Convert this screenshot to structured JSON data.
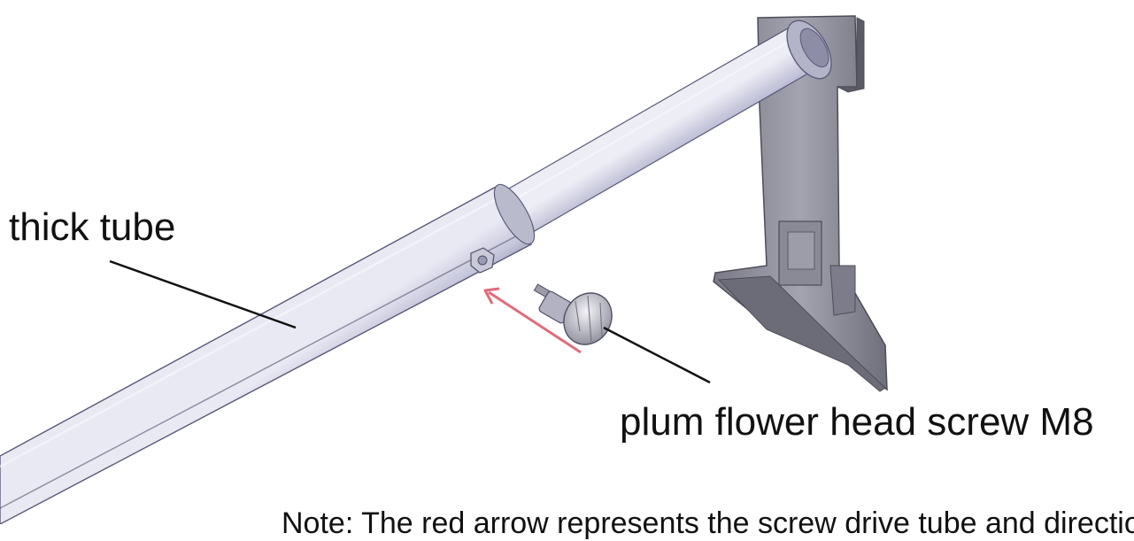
{
  "labels": {
    "thick_tube": "thick tube",
    "screw": "plum flower head screw M8",
    "note": "Note: The red arrow represents the screw drive tube and direction"
  },
  "colors": {
    "tube_light": "#d4d4e6",
    "tube_mid": "#a7a7c3",
    "tube_dark": "#666684",
    "bracket": "#8f8f9c",
    "bracket_dark": "#5b5b66",
    "arrow": "#e06c7a",
    "leader": "#111111"
  }
}
